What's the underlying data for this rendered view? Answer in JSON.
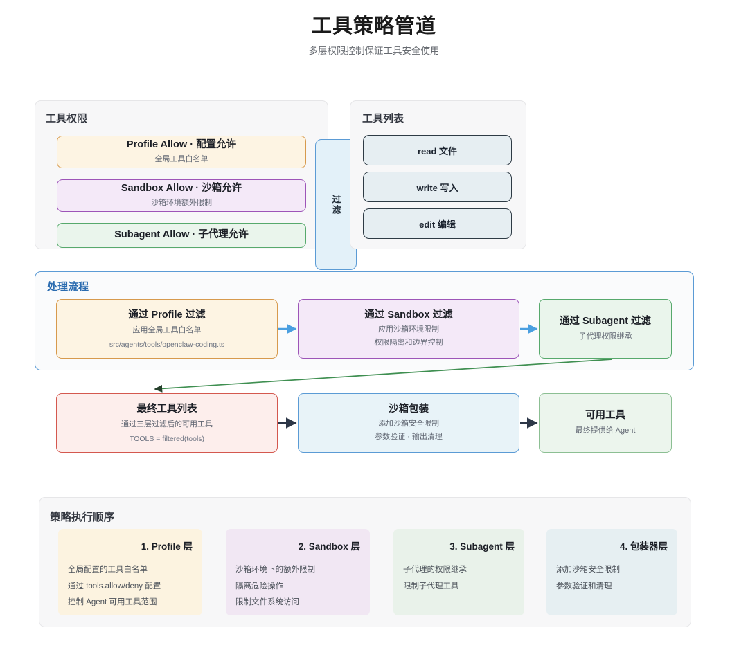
{
  "header": {
    "title": "工具策略管道",
    "subtitle": "多层权限控制保证工具安全使用"
  },
  "permissions_panel": {
    "title": "工具权限",
    "items": [
      {
        "title": "Profile Allow · 配置允许",
        "subtitle": "全局工具白名单",
        "color": "#d79a4d"
      },
      {
        "title": "Sandbox Allow · 沙箱允许",
        "subtitle": "沙箱环境额外限制",
        "color": "#9d55b8"
      },
      {
        "title": "Subagent Allow · 子代理允许",
        "subtitle": "",
        "color": "#57a96c"
      }
    ]
  },
  "filter": {
    "label": "过滤"
  },
  "toollist_panel": {
    "title": "工具列表",
    "items": [
      {
        "label": "read 文件"
      },
      {
        "label": "write 写入"
      },
      {
        "label": "edit 编辑"
      }
    ]
  },
  "process_panel": {
    "title": "处理流程",
    "steps": [
      {
        "title": "通过 Profile 过滤",
        "subtitle": "应用全局工具白名单",
        "code": "src/agents/tools/openclaw-coding.ts",
        "color": "#d79a4d"
      },
      {
        "title": "通过 Sandbox 过滤",
        "subtitle": "应用沙箱环境限制",
        "subtitle2": "权限隔离和边界控制",
        "color": "#9d55b8"
      },
      {
        "title": "通过 Subagent 过滤",
        "subtitle": "子代理权限继承",
        "color": "#57a96c"
      }
    ]
  },
  "output_row": [
    {
      "title": "最终工具列表",
      "subtitle": "通过三层过滤后的可用工具",
      "code": "TOOLS = filtered(tools)",
      "color": "#d4584f"
    },
    {
      "title": "沙箱包装",
      "subtitle": "添加沙箱安全限制",
      "subtitle2": "参数验证 · 输出清理",
      "color": "#5b9bd5"
    },
    {
      "title": "可用工具",
      "subtitle": "最终提供给 Agent",
      "color": "#8cbf93"
    }
  ],
  "order_panel": {
    "title": "策略执行顺序",
    "cards": [
      {
        "title": "1. Profile 层",
        "lines": [
          "全局配置的工具白名单",
          "通过 tools.allow/deny 配置",
          "控制 Agent 可用工具范围"
        ]
      },
      {
        "title": "2. Sandbox 层",
        "lines": [
          "沙箱环境下的额外限制",
          "隔离危险操作",
          "限制文件系统访问"
        ]
      },
      {
        "title": "3. Subagent 层",
        "lines": [
          "子代理的权限继承",
          "限制子代理工具"
        ]
      },
      {
        "title": "4. 包装器层",
        "lines": [
          "添加沙箱安全限制",
          "参数验证和清理"
        ]
      }
    ]
  },
  "colors": {
    "process_arrow": "#4a9fe0",
    "output_arrow": "#2d3748",
    "feedback_arrow": "#3f8f51",
    "panel_title_blue": "#2b6cb0"
  }
}
